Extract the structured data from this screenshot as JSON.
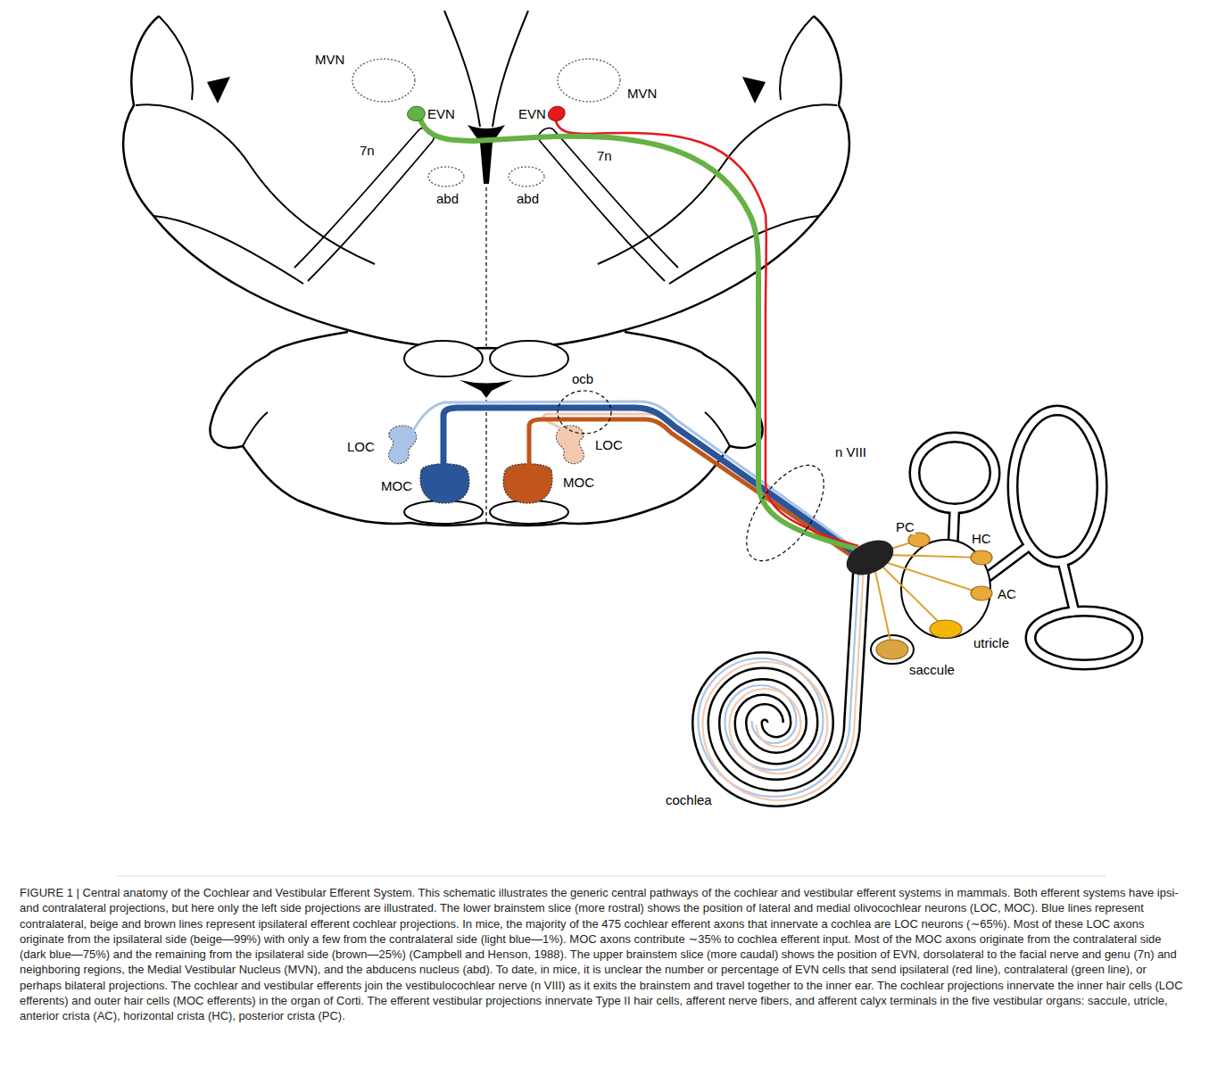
{
  "diagram": {
    "caption": "FIGURE 1 | Central anatomy of the Cochlear and Vestibular Efferent System. This schematic illustrates the generic central pathways of the cochlear and vestibular efferent systems in mammals. Both efferent systems have ipsi- and contralateral projections, but here only the left side projections are illustrated. The lower brainstem slice (more rostral) shows the position of lateral and medial olivocochlear neurons (LOC, MOC). Blue lines represent contralateral, beige and brown lines represent ipsilateral efferent cochlear projections. In mice, the majority of the 475 cochlear efferent axons that innervate a cochlea are LOC neurons (∼65%). Most of these LOC axons originate from the ipsilateral side (beige—99%) with only a few from the contralateral side (light blue—1%). MOC axons contribute ∼35% to cochlea efferent input. Most of the MOC axons originate from the contralateral side (dark blue—75%) and the remaining from the ipsilateral side (brown—25%) (Campbell and Henson, 1988). The upper brainstem slice (more caudal) shows the position of EVN, dorsolateral to the facial nerve and genu (7n) and neighboring regions, the Medial Vestibular Nucleus (MVN), and the abducens nucleus (abd). To date, in mice, it is unclear the number or percentage of EVN cells that send ipsilateral (red line), contralateral (green line), or perhaps bilateral projections. The cochlear and vestibular efferents join the vestibulocochlear nerve (n VIII) as it exits the brainstem and travel together to the inner ear. The cochlear projections innervate the inner hair cells (LOC efferents) and outer hair cells (MOC efferents) in the organ of Corti. The efferent vestibular projections innervate Type II hair cells, afferent nerve fibers, and afferent calyx terminals in the five vestibular organs: saccule, utricle, anterior crista (AC), horizontal crista (HC), posterior crista (PC).",
    "labels": [
      "MVN",
      "EVN",
      "EVN",
      "MVN",
      "7n",
      "7n",
      "abd",
      "abd",
      "ocb",
      "LOC",
      "LOC",
      "MOC",
      "MOC",
      "n VIII",
      "PC",
      "HC",
      "AC",
      "utricle",
      "saccule",
      "cochlea"
    ]
  }
}
